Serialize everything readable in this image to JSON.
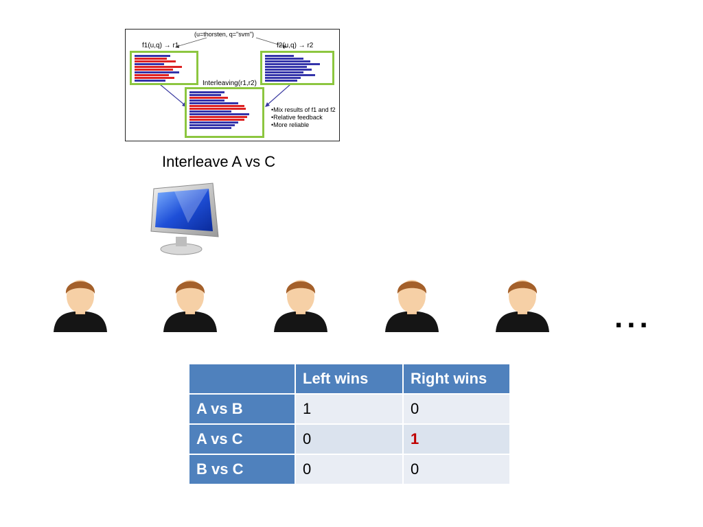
{
  "figure": {
    "query": "(u=thorsten, q=\"svm\")",
    "f1_label": "f1(u,q) → r1",
    "f2_label": "f2(u,q) → r2",
    "interleaving_label": "Interleaving(r1,r2)",
    "bullets": [
      "•Mix results of f1 and f2",
      "•Relative feedback",
      "•More reliable"
    ],
    "colors": {
      "box_border": "#8cc63f",
      "arrow": "#3a3aa0",
      "link_red": "#d22",
      "link_blue": "#33a"
    }
  },
  "caption": "Interleave A vs C",
  "ellipsis": "...",
  "table": {
    "headers": [
      "",
      "Left wins",
      "Right wins"
    ],
    "rows": [
      {
        "label": "A vs B",
        "left": "1",
        "right": "0"
      },
      {
        "label": "A vs C",
        "left": "0",
        "right": "1"
      },
      {
        "label": "B vs C",
        "left": "0",
        "right": "0"
      }
    ],
    "colors": {
      "header_bg": "#4f81bd",
      "cell_bg": "#e9edf4",
      "highlight": "#c00000"
    }
  },
  "icons": [
    "monitor-icon",
    "user-icon"
  ]
}
